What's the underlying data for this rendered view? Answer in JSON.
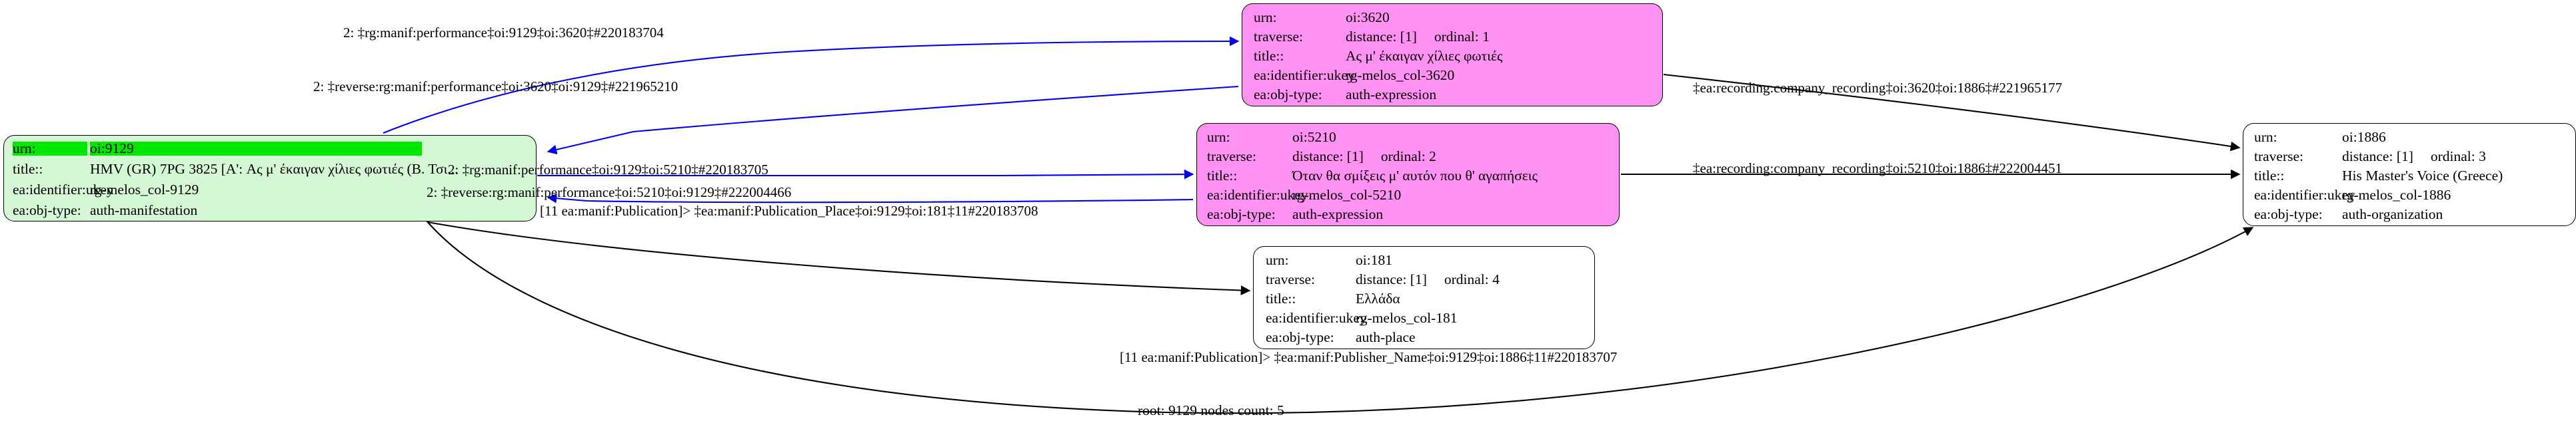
{
  "graph": {
    "caption": "root: 9129 nodes count: 5",
    "colors": {
      "root_fill": "#d4f7d4",
      "root_highlight": "#00e800",
      "expression_fill": "#ff91f2",
      "plain_fill": "#ffffff",
      "reverse_edge": "#0000ee",
      "forward_edge": "#000000"
    }
  },
  "nodes": [
    {
      "id": "oi:9129",
      "kind": "root-manifestation",
      "fill": "green",
      "rows": [
        {
          "key": "urn:",
          "value": "oi:9129",
          "highlight": true
        },
        {
          "key": "title::",
          "value": "HMV (GR) 7PG 3825 [A': Ας μ' έκαιγαν χίλιες φωτιές (Β. Τσι..."
        },
        {
          "key": "ea:identifier:ukey",
          "value": "rg-melos_col-9129"
        },
        {
          "key": "ea:obj-type:",
          "value": "auth-manifestation"
        }
      ]
    },
    {
      "id": "oi:3620",
      "kind": "expression",
      "fill": "pink",
      "rows": [
        {
          "key": "urn:",
          "value": "oi:3620"
        },
        {
          "key": "traverse:",
          "value": "distance: [1]",
          "value2": "ordinal: 1"
        },
        {
          "key": "title::",
          "value": "Ας μ' έκαιγαν χίλιες φωτιές"
        },
        {
          "key": "ea:identifier:ukey",
          "value": "rg-melos_col-3620"
        },
        {
          "key": "ea:obj-type:",
          "value": "auth-expression"
        }
      ]
    },
    {
      "id": "oi:5210",
      "kind": "expression",
      "fill": "pink",
      "rows": [
        {
          "key": "urn:",
          "value": "oi:5210"
        },
        {
          "key": "traverse:",
          "value": "distance: [1]",
          "value2": "ordinal: 2"
        },
        {
          "key": "title::",
          "value": "Όταν θα σμίξεις μ' αυτόν που θ' αγαπήσεις"
        },
        {
          "key": "ea:identifier:ukey",
          "value": "rg-melos_col-5210"
        },
        {
          "key": "ea:obj-type:",
          "value": "auth-expression"
        }
      ]
    },
    {
      "id": "oi:181",
      "kind": "place",
      "fill": "white",
      "rows": [
        {
          "key": "urn:",
          "value": "oi:181"
        },
        {
          "key": "traverse:",
          "value": "distance: [1]",
          "value2": "ordinal: 4"
        },
        {
          "key": "title::",
          "value": "Ελλάδα"
        },
        {
          "key": "ea:identifier:ukey",
          "value": "rg-melos_col-181"
        },
        {
          "key": "ea:obj-type:",
          "value": "auth-place"
        }
      ]
    },
    {
      "id": "oi:1886",
      "kind": "organization",
      "fill": "white",
      "rows": [
        {
          "key": "urn:",
          "value": "oi:1886"
        },
        {
          "key": "traverse:",
          "value": "distance: [1]",
          "value2": "ordinal: 3"
        },
        {
          "key": "title::",
          "value": "His Master's Voice (Greece)"
        },
        {
          "key": "ea:identifier:ukey",
          "value": "rg-melos_col-1886"
        },
        {
          "key": "ea:obj-type:",
          "value": "auth-organization"
        }
      ]
    }
  ],
  "edges": [
    {
      "label": "2: ‡rg:manif:performance‡oi:9129‡oi:3620‡#220183704",
      "from": "oi:9129",
      "to": "oi:3620",
      "color": "blue"
    },
    {
      "label": "2: ‡reverse:rg:manif:performance‡oi:3620‡oi:9129‡#221965210",
      "from": "oi:3620",
      "to": "oi:9129",
      "color": "blue"
    },
    {
      "label": "2: ‡rg:manif:performance‡oi:9129‡oi:5210‡#220183705",
      "from": "oi:9129",
      "to": "oi:5210",
      "color": "blue"
    },
    {
      "label": "2: ‡reverse:rg:manif:performance‡oi:5210‡oi:9129‡#222004466",
      "from": "oi:5210",
      "to": "oi:9129",
      "color": "blue"
    },
    {
      "label": "[11 ea:manif:Publication]> ‡ea:manif:Publication_Place‡oi:9129‡oi:181‡11#220183708",
      "from": "oi:9129",
      "to": "oi:181",
      "color": "black"
    },
    {
      "label": "‡ea:recording:company_recording‡oi:3620‡oi:1886‡#221965177",
      "from": "oi:3620",
      "to": "oi:1886",
      "color": "black"
    },
    {
      "label": "‡ea:recording:company_recording‡oi:5210‡oi:1886‡#222004451",
      "from": "oi:5210",
      "to": "oi:1886",
      "color": "black"
    },
    {
      "label": "[11 ea:manif:Publication]> ‡ea:manif:Publisher_Name‡oi:9129‡oi:1886‡11#220183707",
      "from": "oi:9129",
      "to": "oi:1886",
      "color": "black"
    }
  ]
}
